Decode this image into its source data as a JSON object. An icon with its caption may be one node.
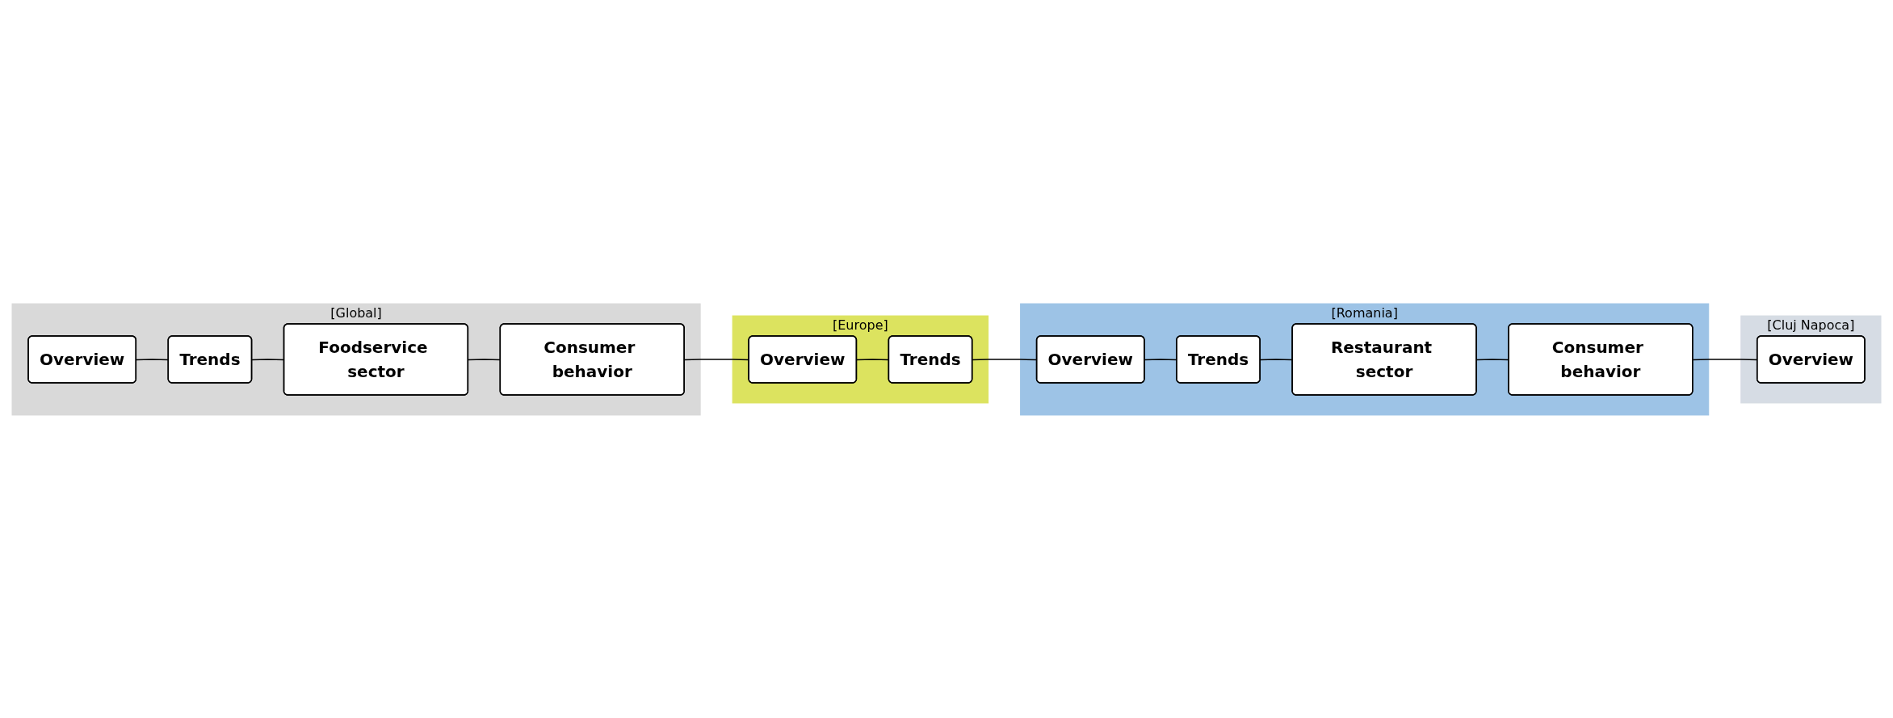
{
  "diagram": {
    "nodes": [
      {
        "text": [
          "[Global]"
        ]
      },
      {
        "text": [
          "Overview"
        ],
        "in": 0
      },
      {
        "text": [
          "Trends"
        ],
        "in": 0
      },
      {
        "text": [
          "Foodservice sector"
        ],
        "in": 0
      },
      {
        "text": [
          "Consumer behavior"
        ],
        "in": 0
      },
      {
        "text": [
          "[Europe]"
        ]
      },
      {
        "text": [
          "Overview"
        ],
        "in": 5
      },
      {
        "text": [
          "Trends"
        ],
        "in": 5
      },
      {
        "text": [
          "[Romania]"
        ]
      },
      {
        "text": [
          "Overview"
        ],
        "in": 8
      },
      {
        "text": [
          "Trends"
        ],
        "in": 8
      },
      {
        "text": [
          "Restaurant sector"
        ],
        "in": 8
      },
      {
        "text": [
          "Consumer behavior"
        ],
        "in": 8
      },
      {
        "text": [
          "[Cluj Napoca]"
        ]
      },
      {
        "text": [
          "Overview"
        ],
        "in": 13
      }
    ],
    "edges": [
      {
        "from": 1,
        "to": 2,
        "arrow": "none"
      },
      {
        "from": 2,
        "to": 3,
        "arrow": "none"
      },
      {
        "from": 3,
        "to": 4,
        "arrow": "none"
      },
      {
        "from": 4,
        "to": 6,
        "arrow": "none"
      },
      {
        "from": 6,
        "to": 7,
        "arrow": "none"
      },
      {
        "from": 7,
        "to": 9,
        "arrow": "none"
      },
      {
        "from": 9,
        "to": 10,
        "arrow": "none"
      },
      {
        "from": 10,
        "to": 11,
        "arrow": "none"
      },
      {
        "from": 11,
        "to": 12,
        "arrow": "none"
      },
      {
        "from": 12,
        "to": 14,
        "arrow": "none"
      }
    ]
  }
}
